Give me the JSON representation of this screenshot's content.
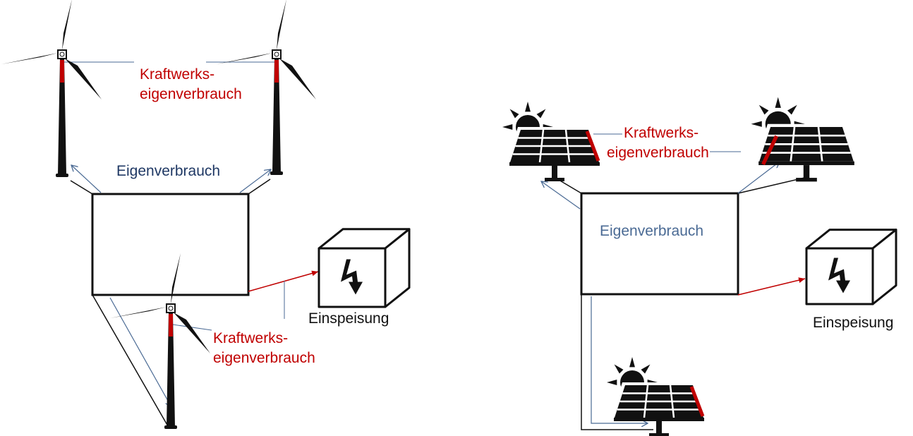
{
  "colors": {
    "plant_consumption": "#c00000",
    "self_consumption_wind": "#1f3864",
    "self_consumption_pv": "#4a6a94",
    "flow_arrow": "#4a6a94",
    "feed_in_arrow": "#c00000",
    "symbol": "#111111"
  },
  "wind": {
    "plant_label_top": {
      "line1": "Kraftwerks-",
      "line2": "eigenverbrauch"
    },
    "self_consumption": "Eigenverbrauch",
    "feed_in": "Einspeisung",
    "plant_label_bottom": {
      "line1": "Kraftwerks-",
      "line2": "eigenverbrauch"
    },
    "icons": [
      "wind-turbine-icon",
      "wind-turbine-icon",
      "wind-turbine-icon",
      "grid-feed-in-box-icon"
    ]
  },
  "pv": {
    "plant_label": {
      "line1": "Kraftwerks-",
      "line2": "eigenverbrauch"
    },
    "self_consumption": "Eigenverbrauch",
    "feed_in": "Einspeisung",
    "icons": [
      "solar-panel-icon",
      "solar-panel-icon",
      "solar-panel-icon",
      "grid-feed-in-box-icon"
    ]
  }
}
